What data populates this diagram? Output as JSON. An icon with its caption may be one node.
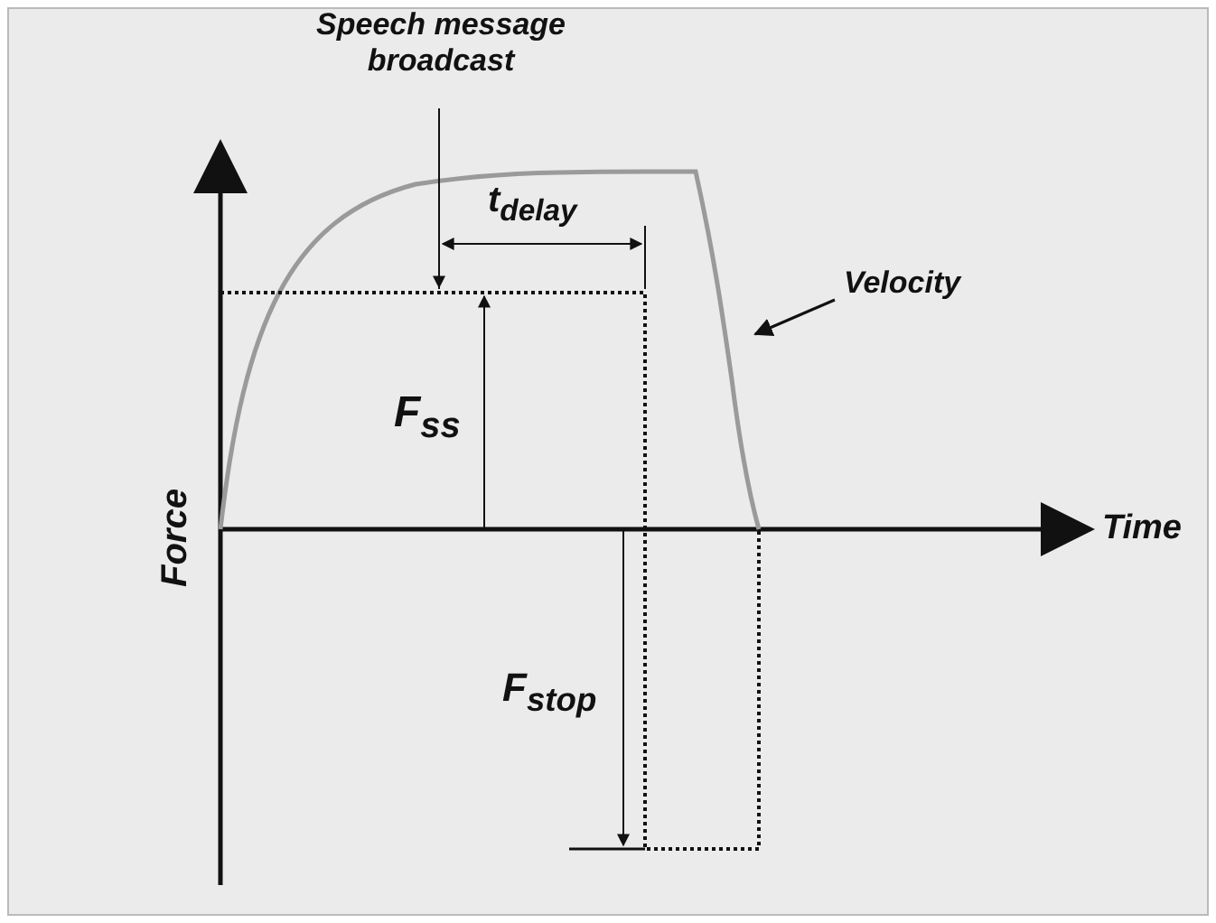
{
  "diagram": {
    "nodes": [
      {
        "text": [
          "Speech message broadcast"
        ]
      },
      {
        "text": [
          "Velocity"
        ]
      }
    ],
    "edges": [
      {
        "from": 0,
        "to": null,
        "arrow": "to"
      },
      {
        "from": 1,
        "to": null,
        "arrow": "to"
      }
    ],
    "labels": [
      "t$_{delay}$",
      "F$_{ss}$",
      "Force",
      "Time",
      "F$_{stop}$"
    ]
  }
}
